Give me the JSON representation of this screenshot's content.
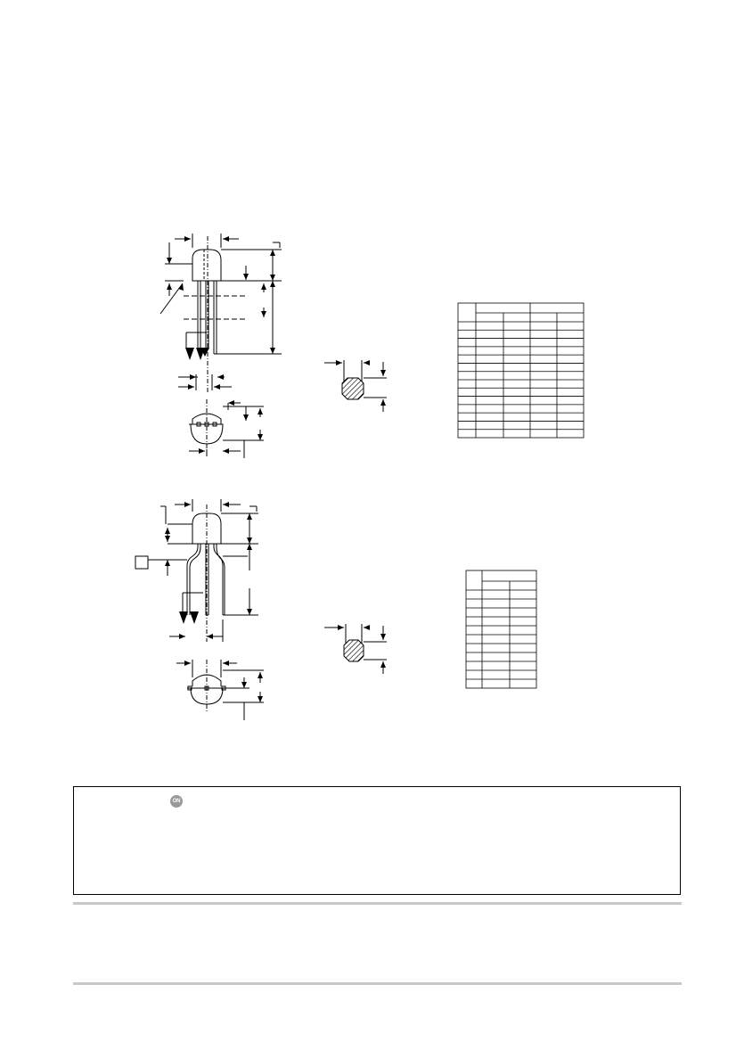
{
  "notice": {
    "logo_text": "ON"
  },
  "tables": {
    "top_rows": 14,
    "bottom_rows": 11
  }
}
